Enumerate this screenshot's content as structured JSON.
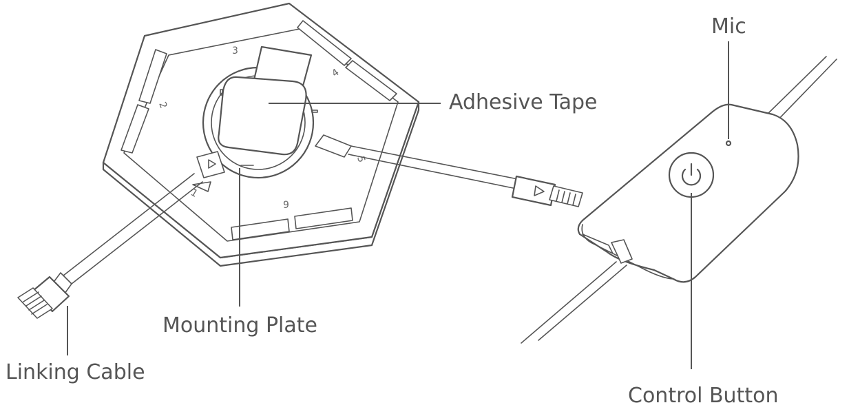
{
  "labels": {
    "mic": "Mic",
    "adhesive_tape": "Adhesive Tape",
    "mounting_plate": "Mounting Plate",
    "linking_cable": "Linking Cable",
    "control_button": "Control Button"
  },
  "edge_numbers": {
    "n1": "1",
    "n2": "2",
    "n3": "3",
    "n4": "4",
    "n5": "5",
    "n6": "9"
  },
  "colors": {
    "line": "#555555",
    "background": "#ffffff"
  }
}
